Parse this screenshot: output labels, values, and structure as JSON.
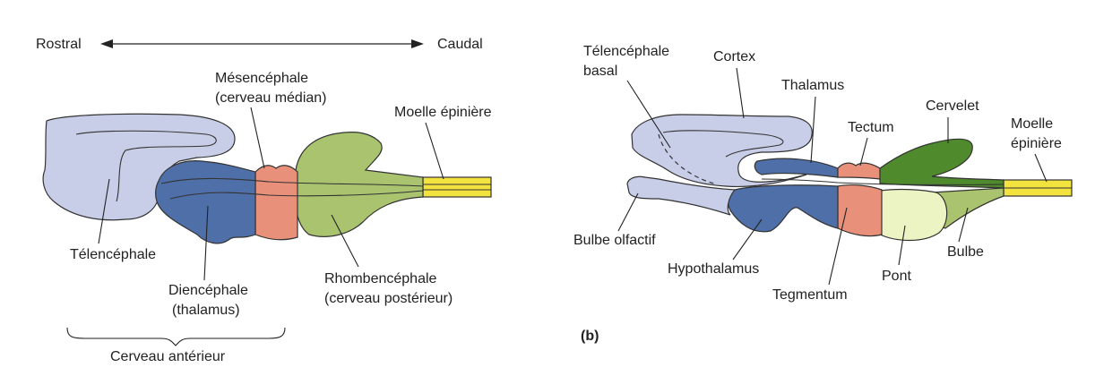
{
  "panel_a": {
    "axis": {
      "rostral": "Rostral",
      "caudal": "Caudal"
    },
    "labels": {
      "mesencephale": "Mésencéphale",
      "mesencephale_sub": "(cerveau médian)",
      "moelle": "Moelle épinière",
      "telencephale": "Télencéphale",
      "diencephale": "Diencéphale",
      "diencephale_sub": "(thalamus)",
      "rhombencephale": "Rhombencéphale",
      "rhombencephale_sub": "(cerveau postérieur)",
      "cerveau_anterieur": "Cerveau antérieur"
    }
  },
  "panel_b": {
    "panel_label": "(b)",
    "labels": {
      "telencephale_basal_1": "Télencéphale",
      "telencephale_basal_2": "basal",
      "cortex": "Cortex",
      "thalamus": "Thalamus",
      "tectum": "Tectum",
      "cervelet": "Cervelet",
      "moelle_1": "Moelle",
      "moelle_2": "épinière",
      "bulbe_olfactif": "Bulbe olfactif",
      "hypothalamus": "Hypothalamus",
      "tegmentum": "Tegmentum",
      "pont": "Pont",
      "bulbe": "Bulbe"
    }
  },
  "colors": {
    "telencephale": "#c8cde8",
    "diencephale": "#4e6fa8",
    "mesencephale": "#e8907a",
    "rhombencephale": "#a9c36f",
    "cervelet": "#4f8a2c",
    "pont": "#edf4c4",
    "moelle": "#f3e33e"
  }
}
